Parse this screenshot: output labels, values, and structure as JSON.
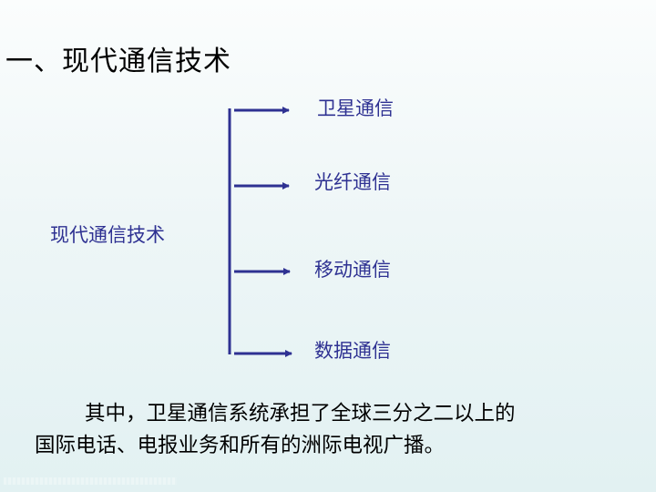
{
  "slide": {
    "title": "一、现代通信技术",
    "diagram": {
      "root": "现代通信技术",
      "branches": [
        {
          "label": "卫星通信"
        },
        {
          "label": "光纤通信"
        },
        {
          "label": "移动通信"
        },
        {
          "label": "数据通信"
        }
      ],
      "line_color": "#2e3192",
      "label_color": "#2e3192"
    },
    "paragraph": {
      "line1": "其中，卫星通信系统承担了全球三分之二以上的",
      "line2": "国际电话、电报业务和所有的洲际电视广播。"
    }
  }
}
